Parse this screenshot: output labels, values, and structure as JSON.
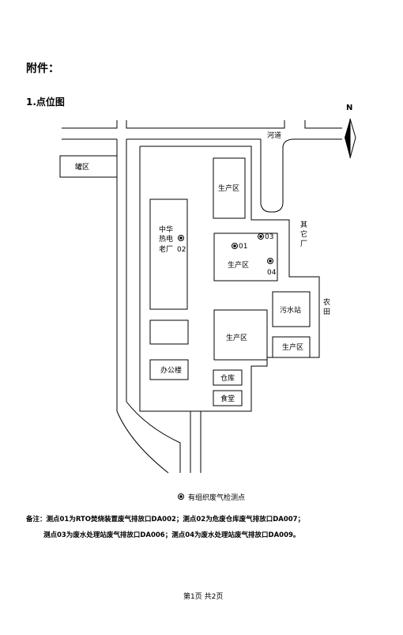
{
  "page_title": "附件：",
  "section_title": "1.点位图",
  "north_label": "N",
  "map": {
    "river_label": "河道",
    "tank_area": "罐区",
    "production_area": "生产区",
    "old_plant": [
      "中华",
      "热电",
      "老厂"
    ],
    "neighbor_factory": [
      "其",
      "它",
      "厂"
    ],
    "farmland": [
      "农",
      "田"
    ],
    "sewage_station": "污水站",
    "office": "办公楼",
    "warehouse": "仓库",
    "canteen": "食堂",
    "points": {
      "p01": "01",
      "p02": "02",
      "p03": "03",
      "p04": "04"
    }
  },
  "legend_label": "有组织废气检测点",
  "notes": {
    "line1": "备注：测点01为RTO焚烧装置废气排放口DA002；测点02为危废仓库废气排放口DA007；",
    "line2": "测点03为废水处理站废气排放口DA006；测点04为废水处理站废气排放口DA009。"
  },
  "footer": "第1页 共2页"
}
